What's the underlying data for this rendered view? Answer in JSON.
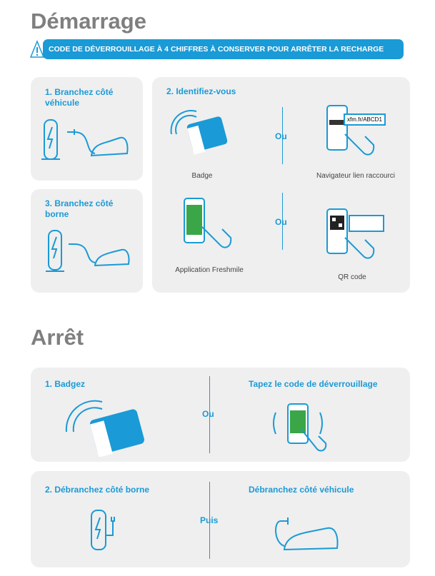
{
  "start": {
    "title": "Démarrage",
    "banner": "CODE DE DÉVERROUILLAGE À 4 CHIFFRES À CONSERVER POUR ARRÊTER LA RECHARGE",
    "step1": "1. Branchez côté véhicule",
    "step3": "3. Branchez côté borne",
    "step2": "2. Identifiez-vous",
    "badge": "Badge",
    "or1": "Ou",
    "browser": "Navigateur lien raccourci",
    "url": "xfm.fr/ABCD1",
    "app": "Application Freshmile",
    "or2": "Ou",
    "qr": "QR code"
  },
  "stop": {
    "title": "Arrêt",
    "badge_step": "1. Badgez",
    "or": "Ou",
    "code": "Tapez le code de déverrouillage",
    "unplug_station": "2. Débranchez côté borne",
    "then": "Puis",
    "unplug_vehicle": "Débranchez côté véhicule"
  },
  "colors": {
    "accent": "#1a9ad6",
    "panel": "#efefef",
    "title": "#7f7f80"
  }
}
